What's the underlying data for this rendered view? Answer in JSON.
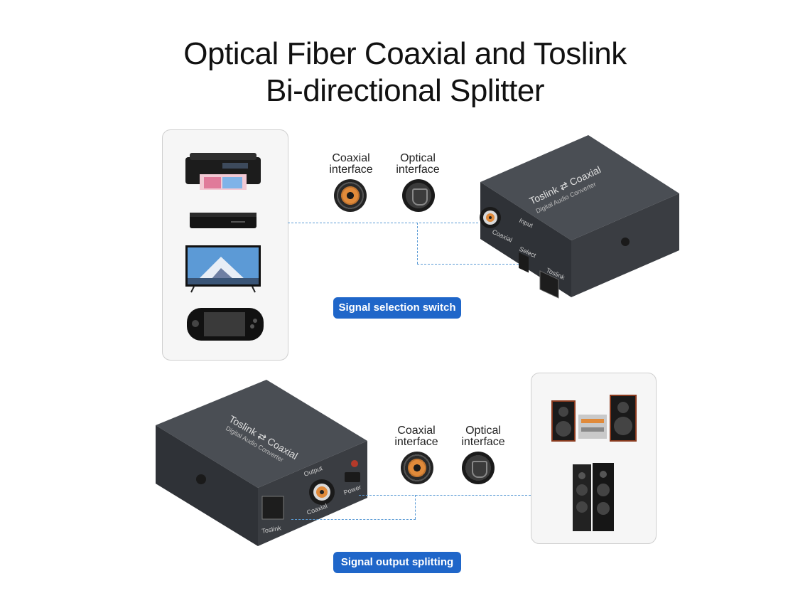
{
  "heading": {
    "line1": "Optical Fiber Coaxial and Toslink",
    "line2": "Bi-directional Splitter"
  },
  "top": {
    "coaxial_label": [
      "Coaxial",
      "interface"
    ],
    "optical_label": [
      "Optical",
      "interface"
    ],
    "badge": "Signal selection switch",
    "device": {
      "brand_line1": "Toslink",
      "arrows": "⇄",
      "brand_line2": "Coaxial",
      "subtitle": "Digital Audio Converter",
      "input": "Input",
      "coaxial": "Coaxial",
      "select": "Select",
      "toslink": "Toslink"
    }
  },
  "bottom": {
    "coaxial_label": [
      "Coaxial",
      "interface"
    ],
    "optical_label": [
      "Optical",
      "interface"
    ],
    "badge": "Signal output splitting",
    "device": {
      "brand_line1": "Toslink",
      "arrows": "⇄",
      "brand_line2": "Coaxial",
      "subtitle": "Digital Audio Converter",
      "output": "Output",
      "coaxial": "Coaxial",
      "power": "Power",
      "toslink": "Toslink"
    }
  },
  "colors": {
    "badge": "#1f66c9",
    "connector_line": "#5b9bd5",
    "device_body": "#3a3d42",
    "jack_orange": "#e08a3a"
  }
}
